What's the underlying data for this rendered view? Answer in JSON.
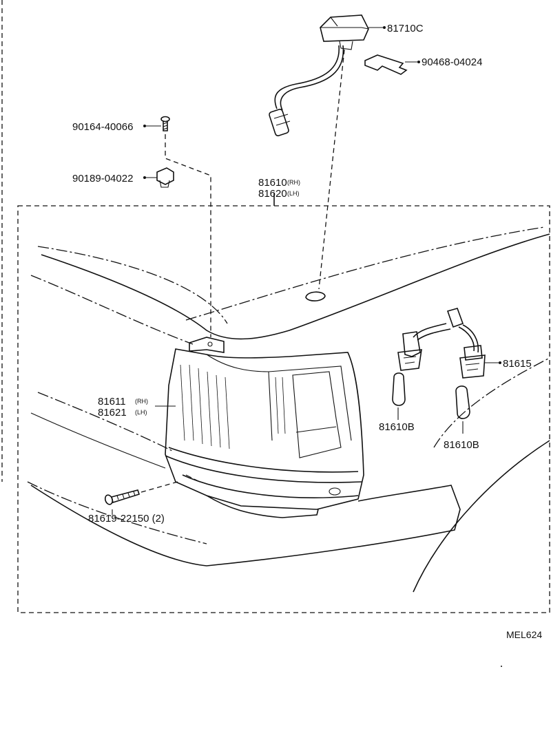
{
  "callouts": {
    "socket_cover": "81710C",
    "clip_bracket": "90468-04024",
    "screw": "90164-40066",
    "nut": "90189-04022",
    "lamp_assy_rh": "81610",
    "lamp_assy_rh_side": "(RH)",
    "lamp_assy_lh": "81620",
    "lamp_assy_lh_side": "(LH)",
    "lens_rh": "81611",
    "lens_rh_side": "(RH)",
    "lens_lh": "81621",
    "lens_lh_side": "(LH)",
    "socket_wire": "81615",
    "bulb_left": "81610B",
    "bulb_right": "81610B",
    "tapping_screw": "81619-22150 (2)"
  },
  "figure_code": "MEL624"
}
